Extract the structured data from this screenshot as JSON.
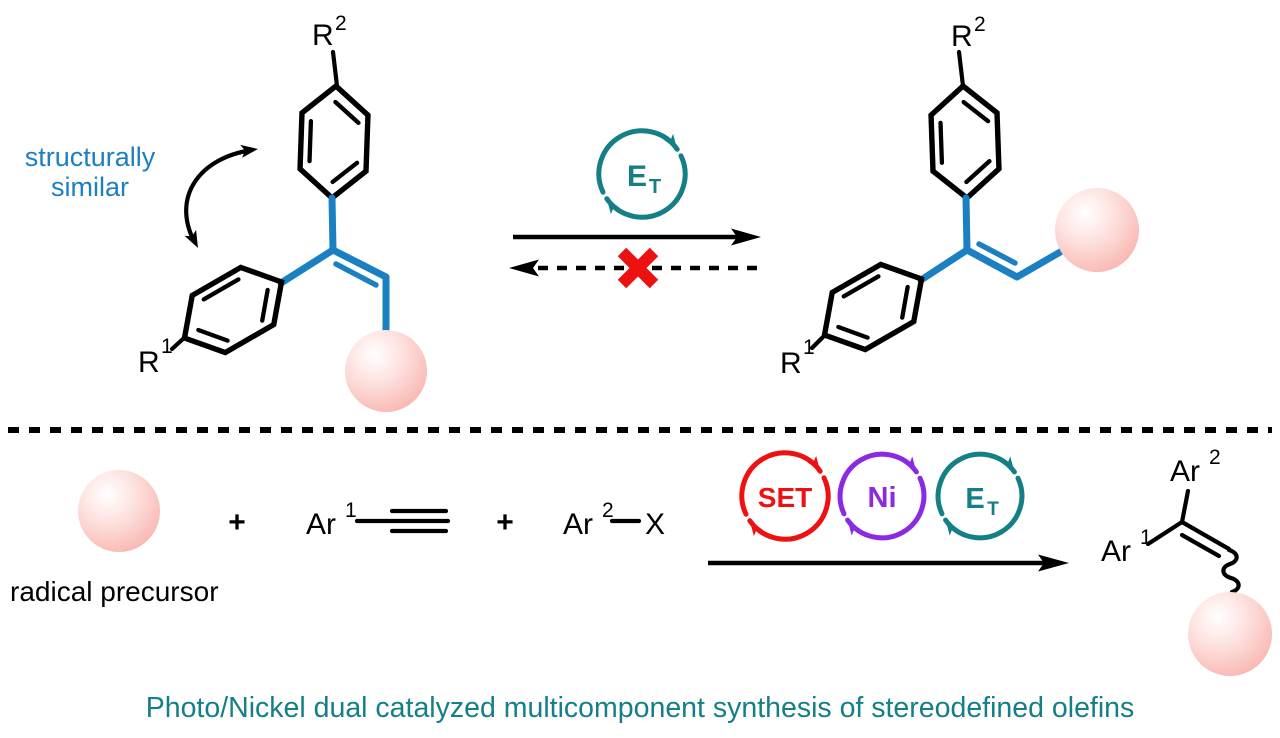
{
  "figure": {
    "top_panel": {
      "similarity_note": {
        "line1": "structurally",
        "line2": "similar"
      },
      "left_molecule": {
        "para_top": {
          "text": "R",
          "script": "2"
        },
        "para_bottom": {
          "text": "R",
          "script": "1"
        }
      },
      "et_cycle": {
        "text": "E",
        "script": "T"
      },
      "right_molecule": {
        "para_top": {
          "text": "R",
          "script": "2"
        },
        "para_bottom": {
          "text": "R",
          "script": "1"
        }
      }
    },
    "bottom_panel": {
      "radical_precursor": {
        "label": "radical precursor"
      },
      "plus_1": "+",
      "alkyne": {
        "text": "Ar",
        "script": "1"
      },
      "plus_2": "+",
      "aryl_halide": {
        "text": "Ar",
        "script": "2",
        "halide": "X"
      },
      "cycles": {
        "set": {
          "label": "SET",
          "color": "#ed1111"
        },
        "ni": {
          "label": "Ni",
          "color": "#8a2be2"
        },
        "et": {
          "text": "E",
          "script": "T",
          "color": "#147f86"
        }
      },
      "product": {
        "aryl_top": {
          "text": "Ar",
          "script": "2"
        },
        "aryl_left": {
          "text": "Ar",
          "script": "1"
        }
      }
    },
    "caption": "Photo/Nickel dual catalyzed multicomponent synthesis of stereodefined olefins"
  },
  "colors": {
    "note_blue": "#1b80c2",
    "bond_blue": "#1b80c2",
    "teal": "#147f86",
    "red": "#ed1111",
    "purple": "#8a2be2",
    "black": "#000000",
    "sphere_pink": "#f9b7b2"
  }
}
